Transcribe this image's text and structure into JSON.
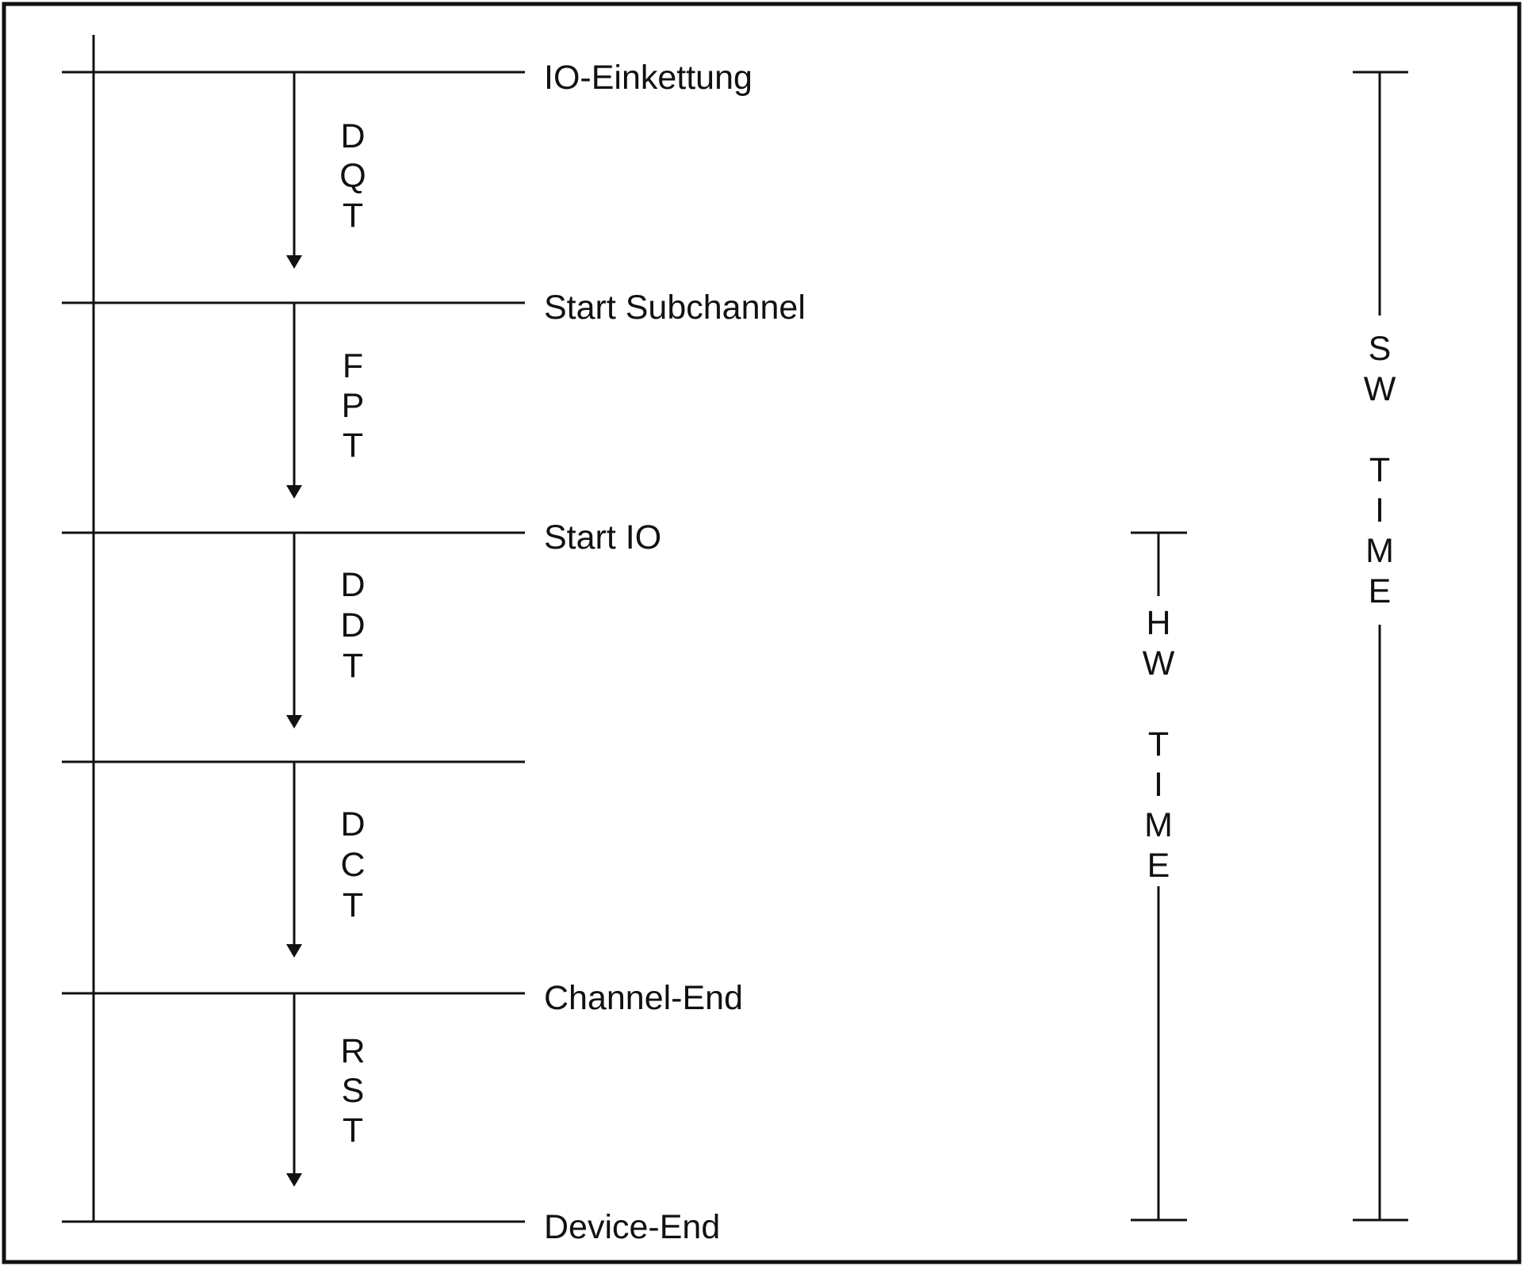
{
  "colors": {
    "line": "#111111",
    "background": "#ffffff"
  },
  "events": [
    {
      "label": "IO-Einkettung"
    },
    {
      "label": "Start Subchannel"
    },
    {
      "label": "Start IO"
    },
    {
      "label": ""
    },
    {
      "label": "Channel-End"
    },
    {
      "label": "Device-End"
    }
  ],
  "intervals": [
    {
      "label": "DQT"
    },
    {
      "label": "FPT"
    },
    {
      "label": "DDT"
    },
    {
      "label": "DCT"
    },
    {
      "label": "RST"
    }
  ],
  "brackets": {
    "hw": {
      "label": "HW TIME"
    },
    "sw": {
      "label": "SW TIME"
    }
  }
}
